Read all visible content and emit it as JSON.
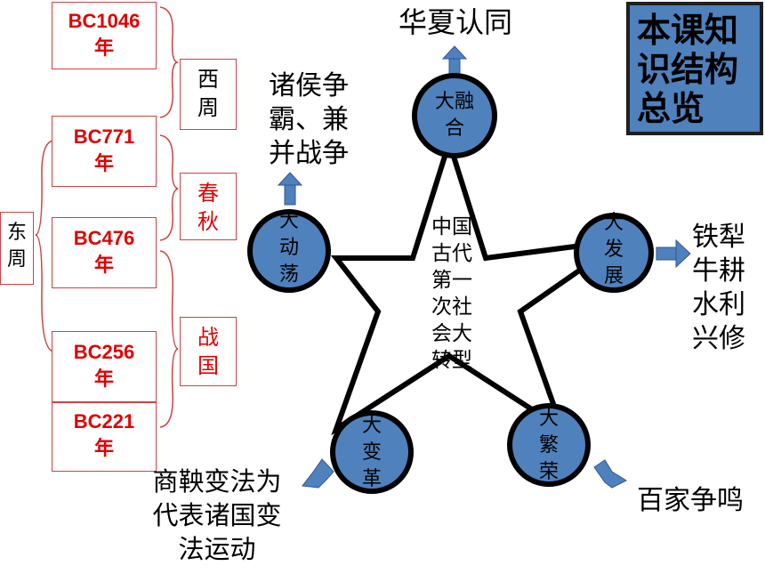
{
  "timeline": {
    "dates": [
      "BC1046\n年",
      "BC771\n年",
      "BC476\n年",
      "BC256\n年",
      "BC221\n年"
    ],
    "periods": {
      "xizhou": "西\n周",
      "chunqiu": "春\n秋",
      "zhanguo": "战\n国",
      "dongzhou": "东\n周"
    }
  },
  "summary_title": "本课知识结构总览",
  "center_text": "中国古代第一次社会大转型",
  "nodes": {
    "ronghe": "大融\n合",
    "dongdang": "大\n动\n荡",
    "fazhan": "大\n发\n展",
    "biange": "大\n变\n革",
    "fanrong": "大\n繁\n荣"
  },
  "notes": {
    "ronghe": "华夏认同",
    "dongdang": "诸侯争\n霸、兼\n并战争",
    "fazhan": "铁犁\n牛耕\n水利\n兴修",
    "biange": "商鞅变法为\n代表诸国变\n法运动",
    "fanrong": "百家争鸣"
  },
  "colors": {
    "node_fill": "#4f81bd",
    "date_text": "#e00000",
    "arrow": "#4f81bd"
  }
}
